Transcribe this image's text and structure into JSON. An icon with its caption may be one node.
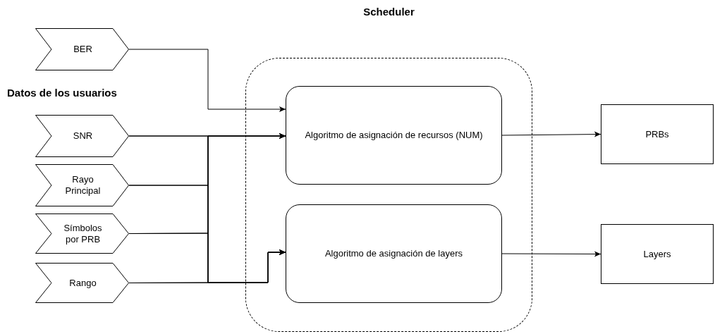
{
  "diagram": {
    "nodes": [
      {
        "text": [
          "Scheduler"
        ]
      },
      {
        "text": [
          "Algoritmo de asignación de recursos (NUM)"
        ],
        "in": 0
      },
      {
        "text": [
          "Algoritmo de asignación de layers"
        ],
        "in": 0
      },
      {
        "text": [
          "BER"
        ]
      },
      {
        "text": [
          "SNR"
        ]
      },
      {
        "text": [
          "Rayo Principal"
        ]
      },
      {
        "text": [
          "Símbolos por PRB"
        ]
      },
      {
        "text": [
          "Rango"
        ]
      },
      {
        "text": [
          "PRBs"
        ]
      },
      {
        "text": [
          "Layers"
        ]
      }
    ],
    "edges": [
      {
        "from": 3,
        "to": 1,
        "arrow": "to"
      },
      {
        "from": 4,
        "to": 1,
        "arrow": "to"
      },
      {
        "from": 5,
        "to": 1,
        "arrow": "to"
      },
      {
        "from": 6,
        "to": 1,
        "arrow": "to"
      },
      {
        "from": 7,
        "to": 1,
        "arrow": "to"
      },
      {
        "from": 4,
        "to": 2,
        "arrow": "to"
      },
      {
        "from": 5,
        "to": 2,
        "arrow": "to"
      },
      {
        "from": 6,
        "to": 2,
        "arrow": "to"
      },
      {
        "from": 7,
        "to": 2,
        "arrow": "to"
      },
      {
        "from": 1,
        "to": 8,
        "arrow": "to"
      },
      {
        "from": 2,
        "to": 9,
        "arrow": "to"
      }
    ],
    "labels": [
      "Datos de los usuarios"
    ]
  }
}
